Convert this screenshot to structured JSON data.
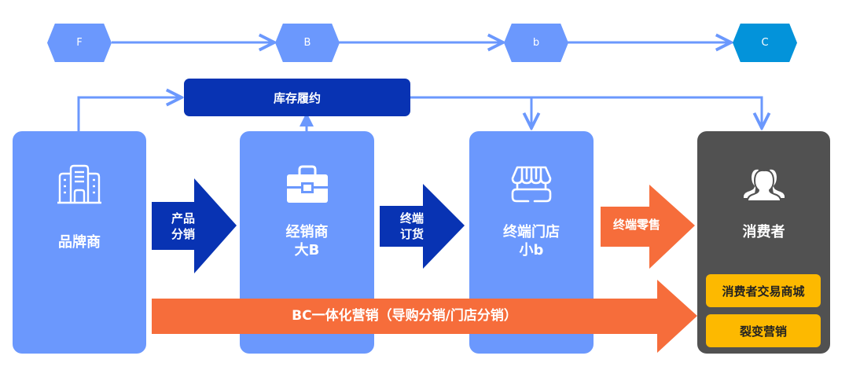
{
  "stages": [
    {
      "label": "F",
      "color": "#6b98fd"
    },
    {
      "label": "B",
      "color": "#6b98fd"
    },
    {
      "label": "b",
      "color": "#6b98fd"
    },
    {
      "label": "C",
      "color": "#0393da"
    }
  ],
  "inventory": {
    "label": "库存履约",
    "color": "#0833b3"
  },
  "cards": [
    {
      "name": "brand",
      "line1": "品牌商",
      "line2": "",
      "icon": "building-icon",
      "color": "#6b98fd"
    },
    {
      "name": "distributor",
      "line1": "经销商",
      "line2": "大B",
      "icon": "briefcase-icon",
      "color": "#6b98fd"
    },
    {
      "name": "store",
      "line1": "终端门店",
      "line2": "小b",
      "icon": "storefront-icon",
      "color": "#6b98fd"
    },
    {
      "name": "consumer",
      "line1": "消费者",
      "line2": "",
      "icon": "users-icon",
      "color": "#515151"
    }
  ],
  "flow_arrows": [
    {
      "line1": "产品",
      "line2": "分销",
      "color": "#0833b3"
    },
    {
      "line1": "终端",
      "line2": "订货",
      "color": "#0833b3"
    },
    {
      "line1": "终端零售",
      "line2": "",
      "color": "#f66d3b"
    }
  ],
  "bc_arrow": {
    "label": "BC一体化营销（导购分销/门店分销）",
    "color": "#f66d3b"
  },
  "consumer_features": [
    {
      "label": "消费者交易商城"
    },
    {
      "label": "裂变营销"
    }
  ],
  "connector_color": "#6b98fd",
  "feature_color": "#fdb900"
}
